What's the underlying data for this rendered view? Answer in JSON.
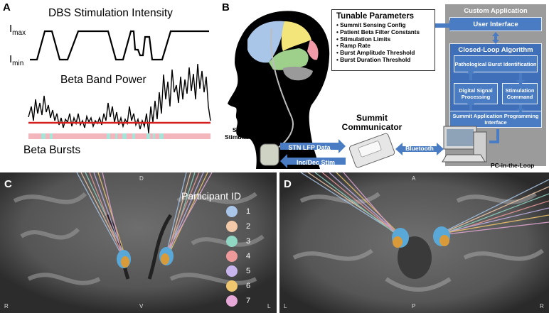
{
  "panels": {
    "a": "A",
    "b": "B",
    "c": "C",
    "d": "D"
  },
  "panel_a": {
    "title_intensity": "DBS Stimulation Intensity",
    "imax_base": "I",
    "imax_sub": "max",
    "imin_base": "I",
    "imin_sub": "min",
    "title_beta_power": "Beta Band Power",
    "title_bursts": "Beta Bursts"
  },
  "panel_b": {
    "params_title": "Tunable Parameters",
    "params_items": [
      "Summit Sensing Config",
      "Patient Beta Filter Constants",
      "Stimulation Limits",
      "Ramp Rate",
      "Burst Amplitude Threshold",
      "Burst Duration Threshold"
    ],
    "app_title": "Custom Application",
    "user_interface": "User Interface",
    "closed_loop_title": "Closed-Loop Algorithm",
    "pathological_burst": "Pathological Burst Identification",
    "dsp": "Digital Signal Processing",
    "stim_command": "Stimulation Command",
    "summit_api": "Summit Application Programming Interface",
    "stimulator_label": "Summit Stimulator",
    "communicator_label": "Summit Communicator",
    "stn_lfp": "STN LFP Data",
    "inc_dec": "Inc/Dec Stim",
    "bluetooth": "Bluetooth",
    "pc_in_loop": "PC-in-the-Loop"
  },
  "panel_c": {
    "legend_title": "Participant ID",
    "participants": [
      {
        "id": "1",
        "color": "#a9c6e8"
      },
      {
        "id": "2",
        "color": "#f2c9a8"
      },
      {
        "id": "3",
        "color": "#8fd6c3"
      },
      {
        "id": "4",
        "color": "#ee9a9a"
      },
      {
        "id": "5",
        "color": "#c9b5ee"
      },
      {
        "id": "6",
        "color": "#f0c66e"
      },
      {
        "id": "7",
        "color": "#e6a8d6"
      }
    ],
    "orient_top": "D",
    "orient_left": "R",
    "orient_bottom": "V",
    "orient_right": "L"
  },
  "panel_d": {
    "orient_top": "A",
    "orient_left": "L",
    "orient_bottom": "P",
    "orient_right": "R"
  },
  "colors": {
    "baseline_red": "#d62020",
    "box_blue": "#4a7cc4",
    "app_gray": "#9b9b9b",
    "burst_pink": "#f4b6bd",
    "burst_teal": "#a8e3d7"
  }
}
